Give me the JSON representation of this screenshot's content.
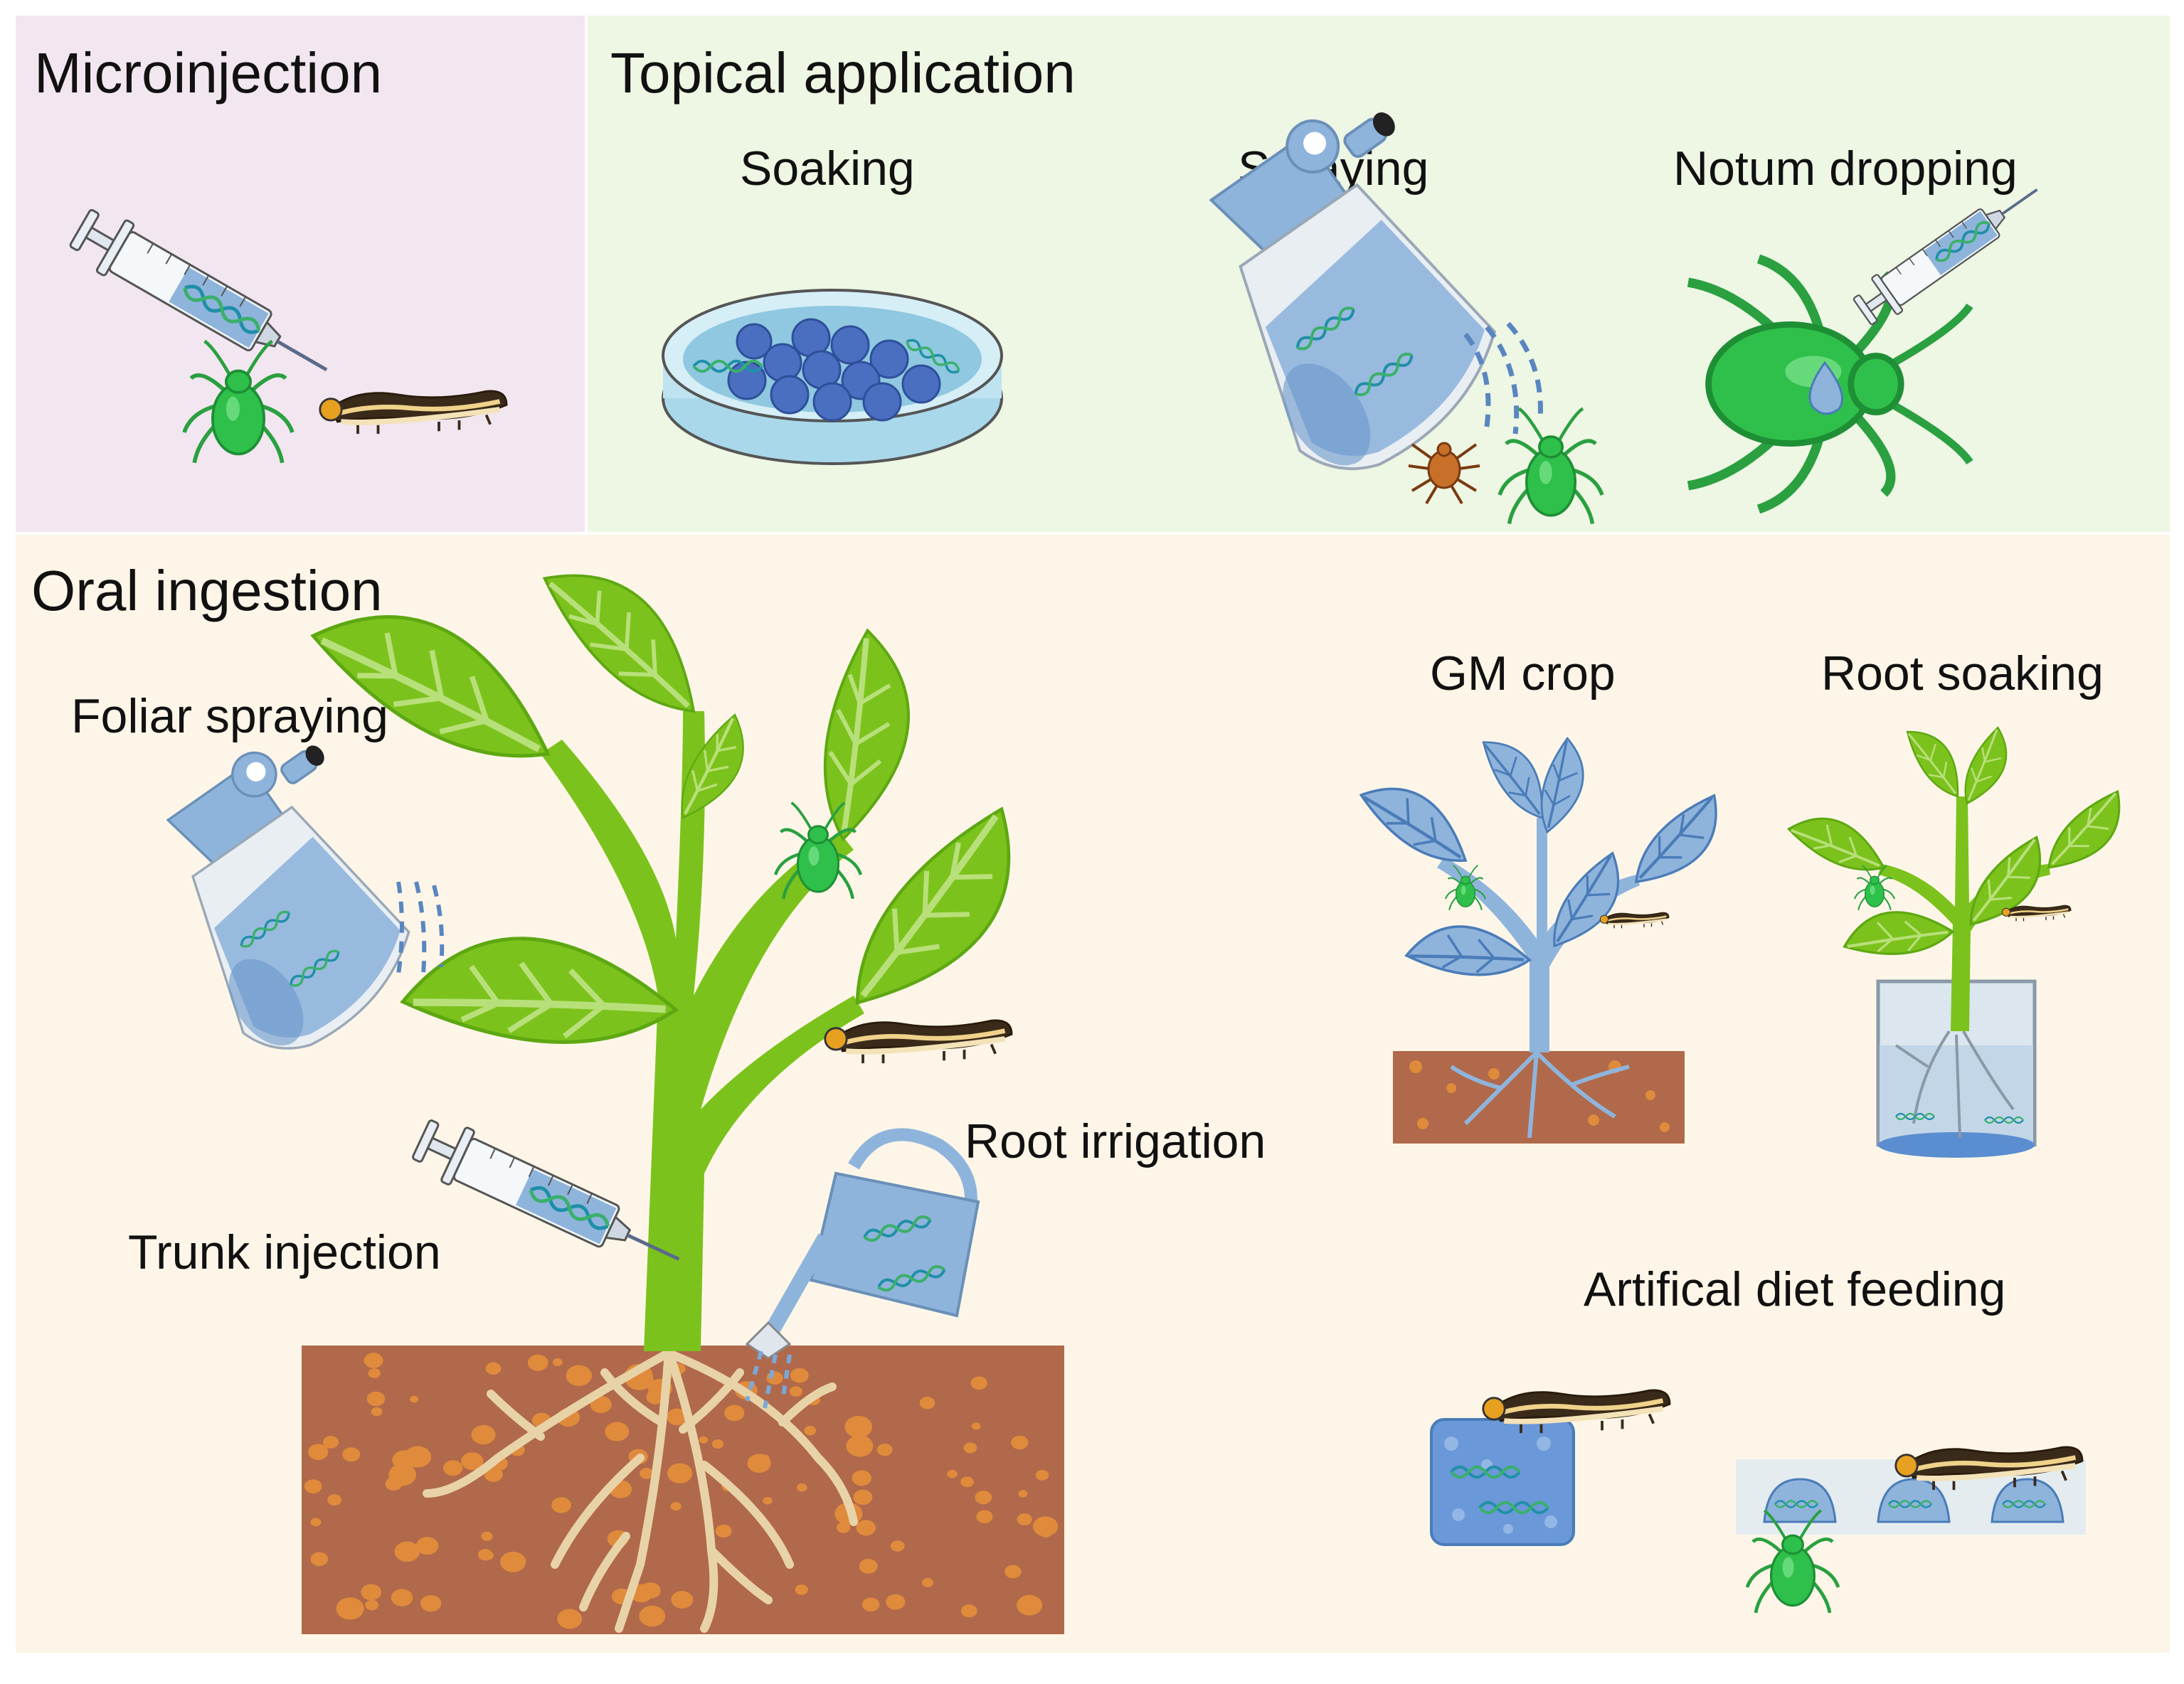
{
  "panels": {
    "microinjection": {
      "title": "Microinjection",
      "bg": "#f2e6f0"
    },
    "topical": {
      "title": "Topical application",
      "bg": "#eef6e4",
      "methods": [
        "Soaking",
        "Spraying",
        "Notum dropping"
      ]
    },
    "oral": {
      "title": "Oral ingestion",
      "bg": "#fdf6e8",
      "methods": {
        "foliar": "Foliar spraying",
        "trunk": "Trunk injection",
        "root_irrigation": "Root irrigation",
        "gm_crop": "GM crop",
        "root_soaking": "Root soaking",
        "artificial_diet": "Artifical diet feeding"
      }
    }
  },
  "colors": {
    "leaf": "#7cc21c",
    "leaf_dark": "#5da812",
    "vein": "#b8e07a",
    "soil": "#b0694a",
    "soil_dot": "#e08a3c",
    "root": "#e8d3a8",
    "blue": "#8fb4dc",
    "blue_dark": "#4a7cb8",
    "aphid": "#2ec04a",
    "dna1": "#1f8fa8",
    "dna2": "#3ab06a"
  },
  "icons": [
    "syringe-icon",
    "aphid-icon",
    "caterpillar-icon",
    "petri-dish-icon",
    "spray-bottle-icon",
    "mite-icon",
    "watering-can-icon",
    "beaker-icon",
    "diet-cube-icon"
  ]
}
